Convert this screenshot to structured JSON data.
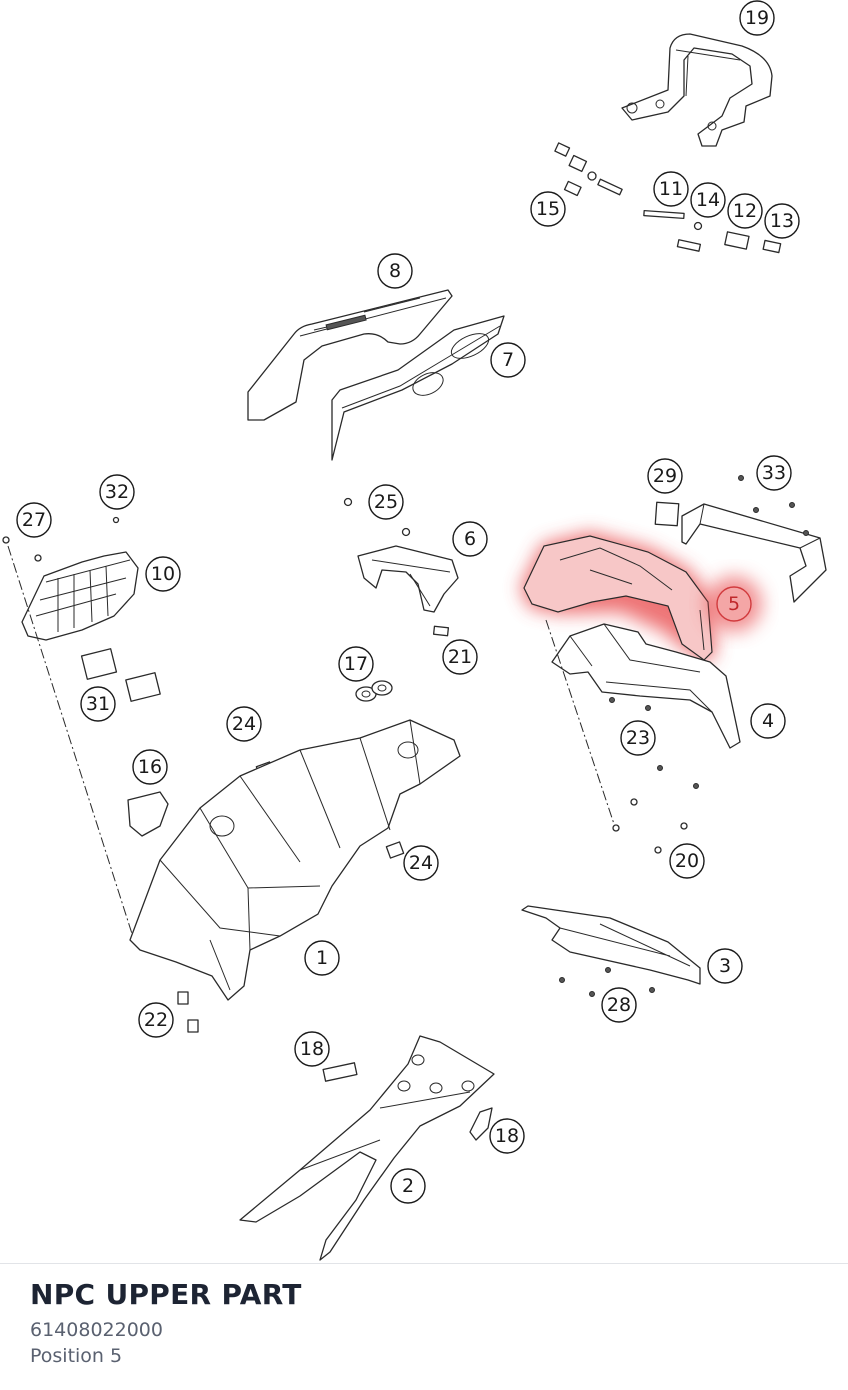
{
  "part": {
    "name": "NPC UPPER PART",
    "number": "61408022000",
    "position": "Position 5"
  },
  "highlight": {
    "callout": "5",
    "color": "#e8474a"
  },
  "callouts": [
    "19",
    "11",
    "14",
    "12",
    "13",
    "15",
    "8",
    "7",
    "29",
    "33",
    "32",
    "27",
    "25",
    "6",
    "10",
    "5",
    "17",
    "21",
    "31",
    "4",
    "24",
    "23",
    "16",
    "24",
    "20",
    "1",
    "3",
    "22",
    "28",
    "18",
    "18",
    "2"
  ]
}
